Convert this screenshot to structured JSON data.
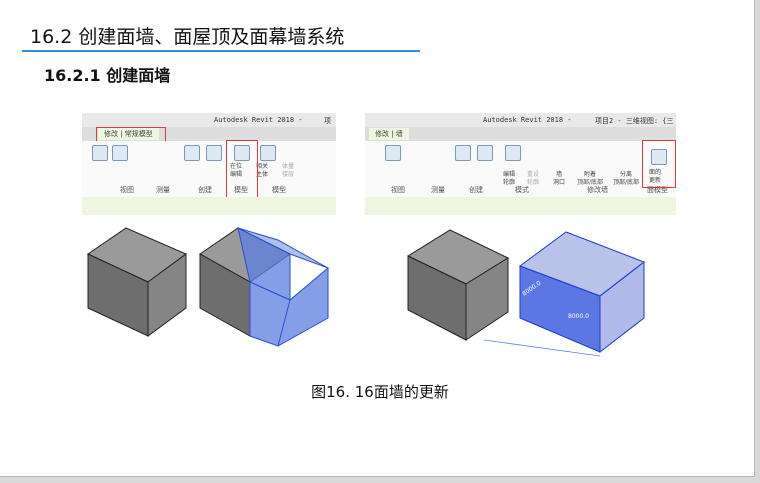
{
  "heading": "16.2  创建面墙、面屋顶及面幕墙系统",
  "subheading": "16.2.1  创建面墙",
  "left_shot": {
    "title": "Autodesk Revit 2018 -",
    "title_right": "项目",
    "tab": "修改 | 常规模型",
    "buttons": {
      "inplace": "在位\n编辑",
      "host": "相关\n主体",
      "mass": "体量\n楼层"
    },
    "groups": [
      "视图",
      "测量",
      "创建",
      "模型",
      "模型"
    ]
  },
  "right_shot": {
    "title": "Autodesk Revit 2018 -",
    "title_right": "项目2 - 三维视图: {三",
    "tab": "修改 | 墙",
    "buttons": {
      "edit": "编辑\n轮廓",
      "reset": "重设\n轮廓",
      "opening": "墙\n洞口",
      "attach": "附着\n顶部/底部",
      "detach": "分离\n顶部/底部",
      "update": "面的\n更新"
    },
    "groups": [
      "视图",
      "测量",
      "创建",
      "模式",
      "修改墙",
      "面模型"
    ]
  },
  "dims": [
    "8000.0",
    "8000.0"
  ],
  "caption": "图16. 16面墙的更新",
  "colors": {
    "accent": "#2f8fd8",
    "highlight": "#e03a3a",
    "mass": "#5b7fe0"
  }
}
